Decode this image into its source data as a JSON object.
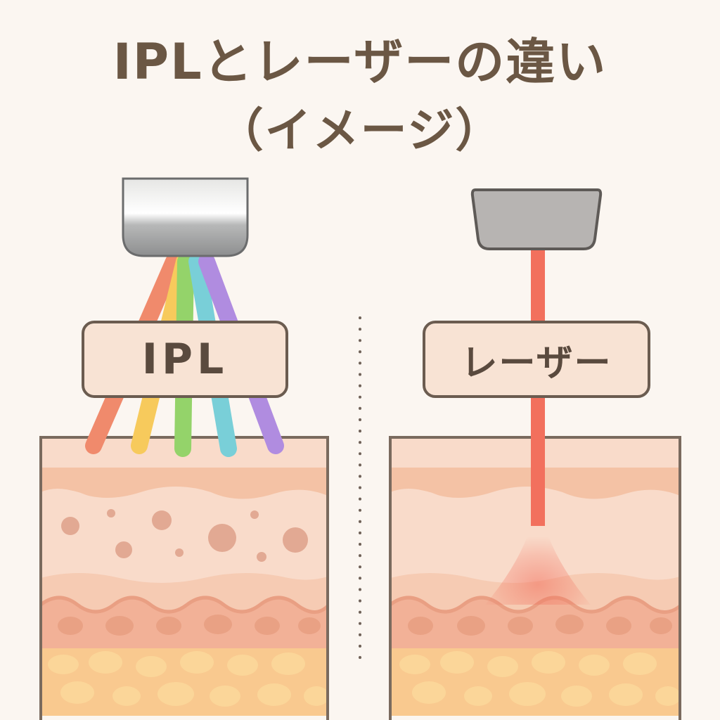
{
  "header": {
    "title": "IPLとレーザーの違い",
    "subtitle": "（イメージ）"
  },
  "panels": {
    "ipl": {
      "label": "IPL"
    },
    "laser": {
      "label": "レーザー"
    }
  },
  "colors": {
    "background": "#fbf6f1",
    "title_text": "#6b5744",
    "label_fill": "#f8e3d4",
    "label_border": "#6b5c50",
    "skin_surface": "#f9dbca",
    "skin_epidermis": "#f4c2a5",
    "skin_dermis": "#f6cbb3",
    "skin_deep": "#f2b197",
    "skin_fat": "#f9c98f",
    "fat_cells": "#fbd699",
    "laser_beam": "#f2705d",
    "ipl_beams": [
      "#f08a6c",
      "#f7ca5c",
      "#94d36a",
      "#79cfd8",
      "#b08ce0"
    ]
  }
}
